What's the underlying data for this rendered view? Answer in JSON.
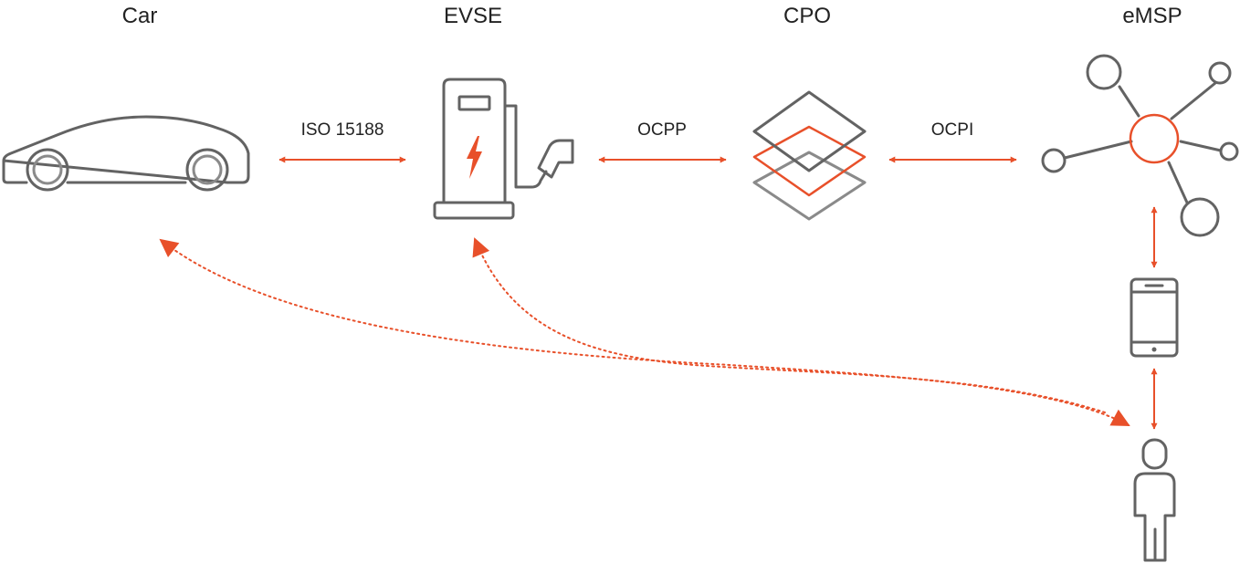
{
  "nodes": {
    "car": {
      "label": "Car",
      "icon": "car-icon"
    },
    "evse": {
      "label": "EVSE",
      "icon": "charging-station-icon"
    },
    "cpo": {
      "label": "CPO",
      "icon": "layers-icon"
    },
    "emsp": {
      "label": "eMSP",
      "icon": "network-hub-icon"
    },
    "phone": {
      "icon": "smartphone-icon"
    },
    "user": {
      "icon": "person-icon"
    }
  },
  "links": {
    "car_evse": "ISO 15188",
    "evse_cpo": "OCPP",
    "cpo_emsp": "OCPI"
  },
  "colors": {
    "accent": "#e8502a",
    "icon_stroke": "#636363",
    "icon_stroke_light": "#8a8a8a",
    "text": "#222222"
  }
}
